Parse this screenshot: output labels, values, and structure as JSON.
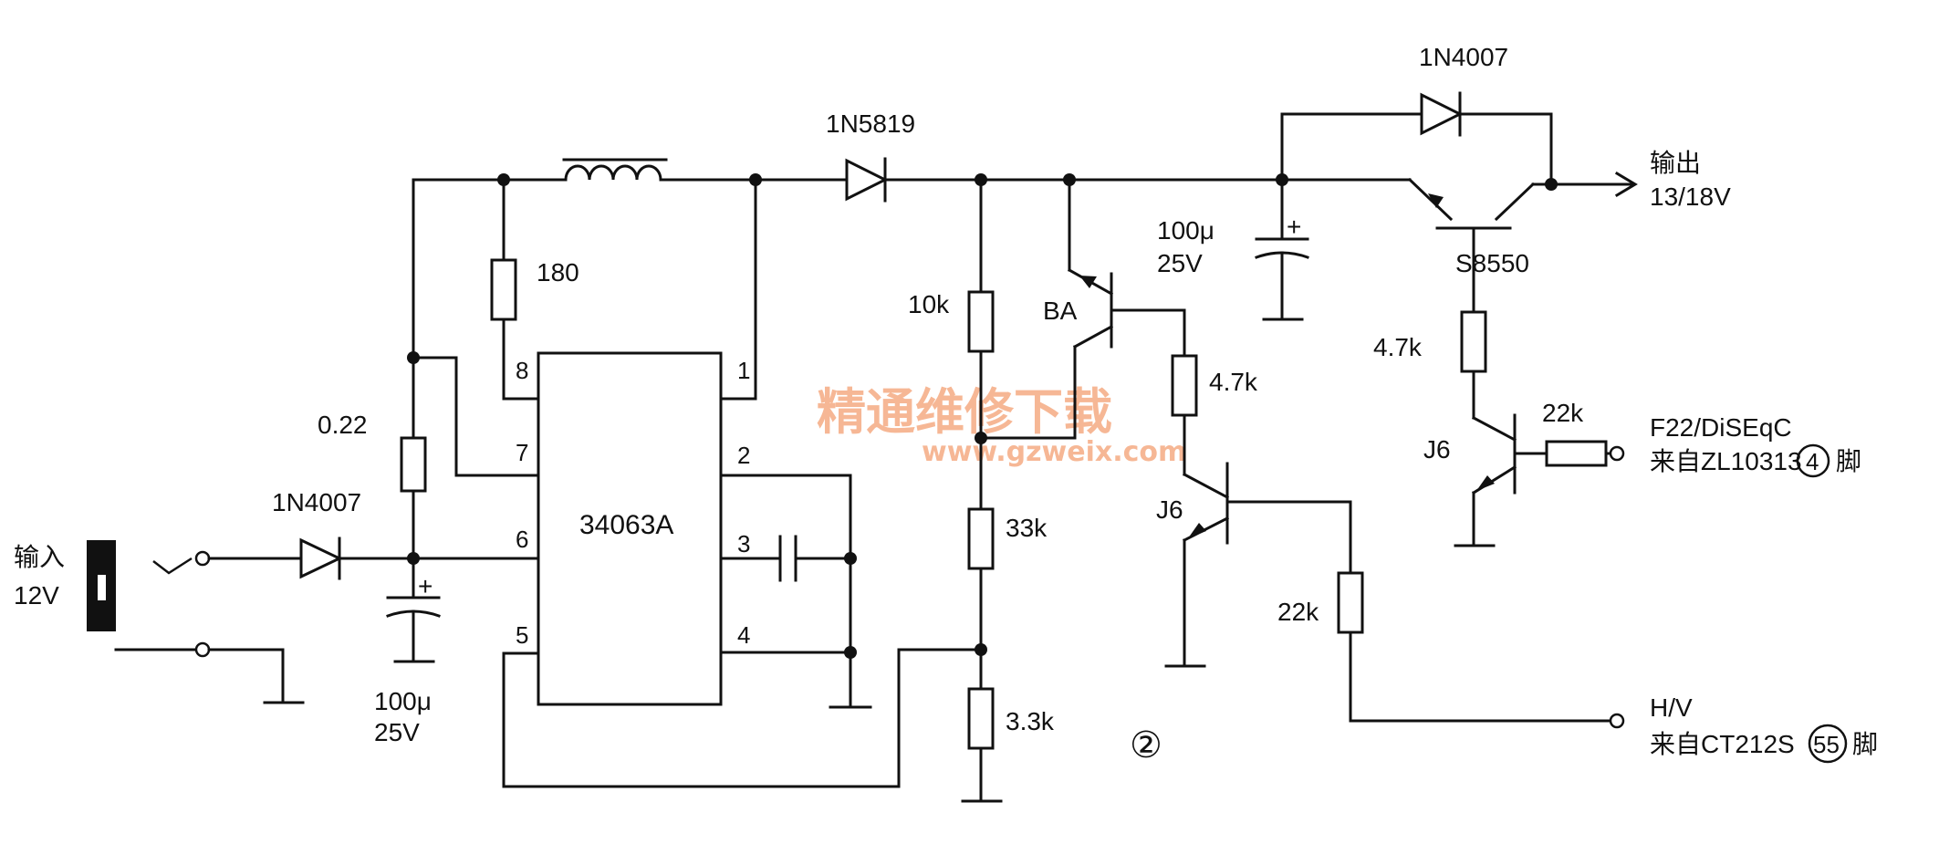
{
  "ic": {
    "name": "34063A",
    "pins": [
      "1",
      "2",
      "3",
      "4",
      "5",
      "6",
      "7",
      "8"
    ]
  },
  "components": {
    "d_in": "1N4007",
    "d_boost": "1N5819",
    "d_bypass": "1N4007",
    "r_sense": "0.22",
    "r_180": "180",
    "r_10k": "10k",
    "r_33k": "33k",
    "r_3k3": "3.3k",
    "r_4k7_mid": "4.7k",
    "r_4k7_right": "4.7k",
    "r_22k_mid": "22k",
    "r_22k_right": "22k",
    "c_in_val": "100μ",
    "c_in_volt": "25V",
    "c_out_val": "100μ",
    "c_out_volt": "25V",
    "q_ba": "BA",
    "q_j6_mid": "J6",
    "q_j6_right": "J6",
    "q_s8550": "S8550"
  },
  "io": {
    "input_label": "输入",
    "input_volt": "12V",
    "output_label": "输出",
    "output_volt": "13/18V",
    "f22_line1": "F22/DiSEqC",
    "f22_line2_a": "来自ZL10313",
    "f22_pin": "4",
    "f22_line2_b": "脚",
    "hv_line1": "H/V",
    "hv_line2_a": "来自CT212S",
    "hv_pin": "55",
    "hv_line2_b": "脚"
  },
  "figure_number": "②",
  "watermark": {
    "cn": "精通维修下载",
    "url": "www.gzweix.com"
  }
}
